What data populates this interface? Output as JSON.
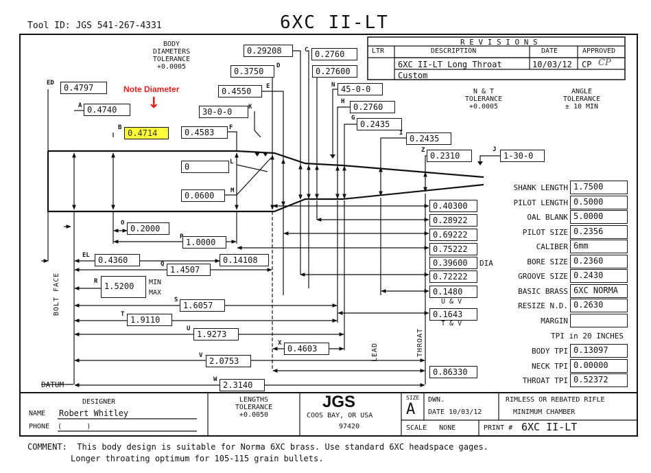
{
  "header": {
    "tool_id": "Tool ID:  JGS 541-267-4331",
    "title": "6XC II-LT"
  },
  "tolerances": {
    "body": "BODY\nDIAMETERS\nTOLERANCE\n+0.0005",
    "nt": "N & T\nTOLERANCE\n+0.0005",
    "angle": "ANGLE\nTOLERANCE\n± 10 MIN",
    "lengths": "LENGTHS\nTOLERANCE\n+0.0050"
  },
  "note": {
    "label": "Note Diameter",
    "arrow": "↓",
    "color": "#e0201e",
    "highlight": "#ffff3b"
  },
  "revisions": {
    "title": "R E V I S I O N S",
    "headers": [
      "LTR",
      "DESCRIPTION",
      "DATE",
      "APPROVED"
    ],
    "rows": [
      [
        "",
        "6XC II-LT Long Throat",
        "10/03/12",
        "CP"
      ],
      [
        "",
        "Custom",
        "",
        ""
      ]
    ],
    "initials": "CP"
  },
  "dims": {
    "ED": "0.4797",
    "A": "0.4740",
    "B": "0.4714",
    "C": "0.2760",
    "D": "0.3750",
    "E": "0.4550",
    "F": "0.4583",
    "G": "0.2435",
    "H": "0.2760",
    "I": "0.2435",
    "J": "1-30-0",
    "K": "30-0-0",
    "L": "0",
    "M": "0.0600",
    "N": "45-0-0",
    "O": "0.2000",
    "P": "1.0000",
    "Q": "1.4507",
    "R": "1.5200",
    "S": "1.6057",
    "T": "1.9110",
    "U": "1.9273",
    "V": "2.0753",
    "W": "2.3140",
    "X": "0.4603",
    "Z": "0.2310",
    "EL": "0.4360",
    "top1": "0.29208",
    "top2": "0.27600",
    "mid1": "0.14108"
  },
  "dim_letters": [
    "ED",
    "A",
    "B",
    "C",
    "D",
    "E",
    "F",
    "G",
    "H",
    "I",
    "J",
    "K",
    "L",
    "M",
    "N",
    "O",
    "P",
    "Q",
    "R",
    "S",
    "T",
    "U",
    "V",
    "W",
    "X",
    "Z",
    "EL"
  ],
  "right_values": {
    "r1": "0.40300",
    "r2": "0.28922",
    "r3": "0.69222",
    "r4": "0.75222",
    "r5": "0.39600",
    "r5_suffix": "DIA",
    "r6": "0.72222",
    "r7": "0.1480",
    "r7_sub": "U & V",
    "r8": "0.1643",
    "r8_sub": "T & V",
    "r9": "0.86330"
  },
  "specs": [
    {
      "label": "SHANK LENGTH",
      "value": "1.7500"
    },
    {
      "label": "PILOT LENGTH",
      "value": "0.5000"
    },
    {
      "label": "OAL BLANK",
      "value": "5.0000"
    },
    {
      "label": "PILOT SIZE",
      "value": "0.2356"
    },
    {
      "label": "CALIBER",
      "value": "6mm"
    },
    {
      "label": "BORE SIZE",
      "value": "0.2360"
    },
    {
      "label": "GROOVE SIZE",
      "value": "0.2430"
    },
    {
      "label": "BASIC BRASS",
      "value": "6XC NORMA"
    },
    {
      "label": "RESIZE N.D.",
      "value": "0.2630"
    },
    {
      "label": "MARGIN",
      "value": ""
    }
  ],
  "tpi": {
    "header": "TPI  in 20 INCHES",
    "rows": [
      {
        "label": "BODY TPI",
        "value": "0.13097"
      },
      {
        "label": "NECK TPI",
        "value": "0.00000"
      },
      {
        "label": "THROAT TPI",
        "value": "0.52372"
      }
    ]
  },
  "side_labels": {
    "bolt_face": "BOLT FACE",
    "lead": "LEAD",
    "throat": "THROAT",
    "datum": "DATUM"
  },
  "min_max": {
    "min": "MIN",
    "max": "MAX"
  },
  "title_block": {
    "designer_label": "DESIGNER",
    "name_label": "NAME",
    "name_value": "Robert Whitley",
    "phone_label": "PHONE  (      )",
    "company": "JGS",
    "city": "COOS BAY,  OR USA",
    "zip": "97420",
    "size_label": "SIZE",
    "size_value": "A",
    "dwn_label": "DWN.",
    "date": "DATE 10/03/12",
    "desc1": "RIMLESS OR REBATED RIFLE",
    "desc2": "MINIMUM CHAMBER",
    "scale": "SCALE   NONE",
    "print_label": "PRINT #",
    "print_value": "6XC II-LT"
  },
  "comment": {
    "line1": "COMMENT:  This body design is suitable for Norma 6XC brass. Use standard 6XC headspace gages.",
    "line2": "Longer throating optimum for 105-115 grain bullets."
  }
}
